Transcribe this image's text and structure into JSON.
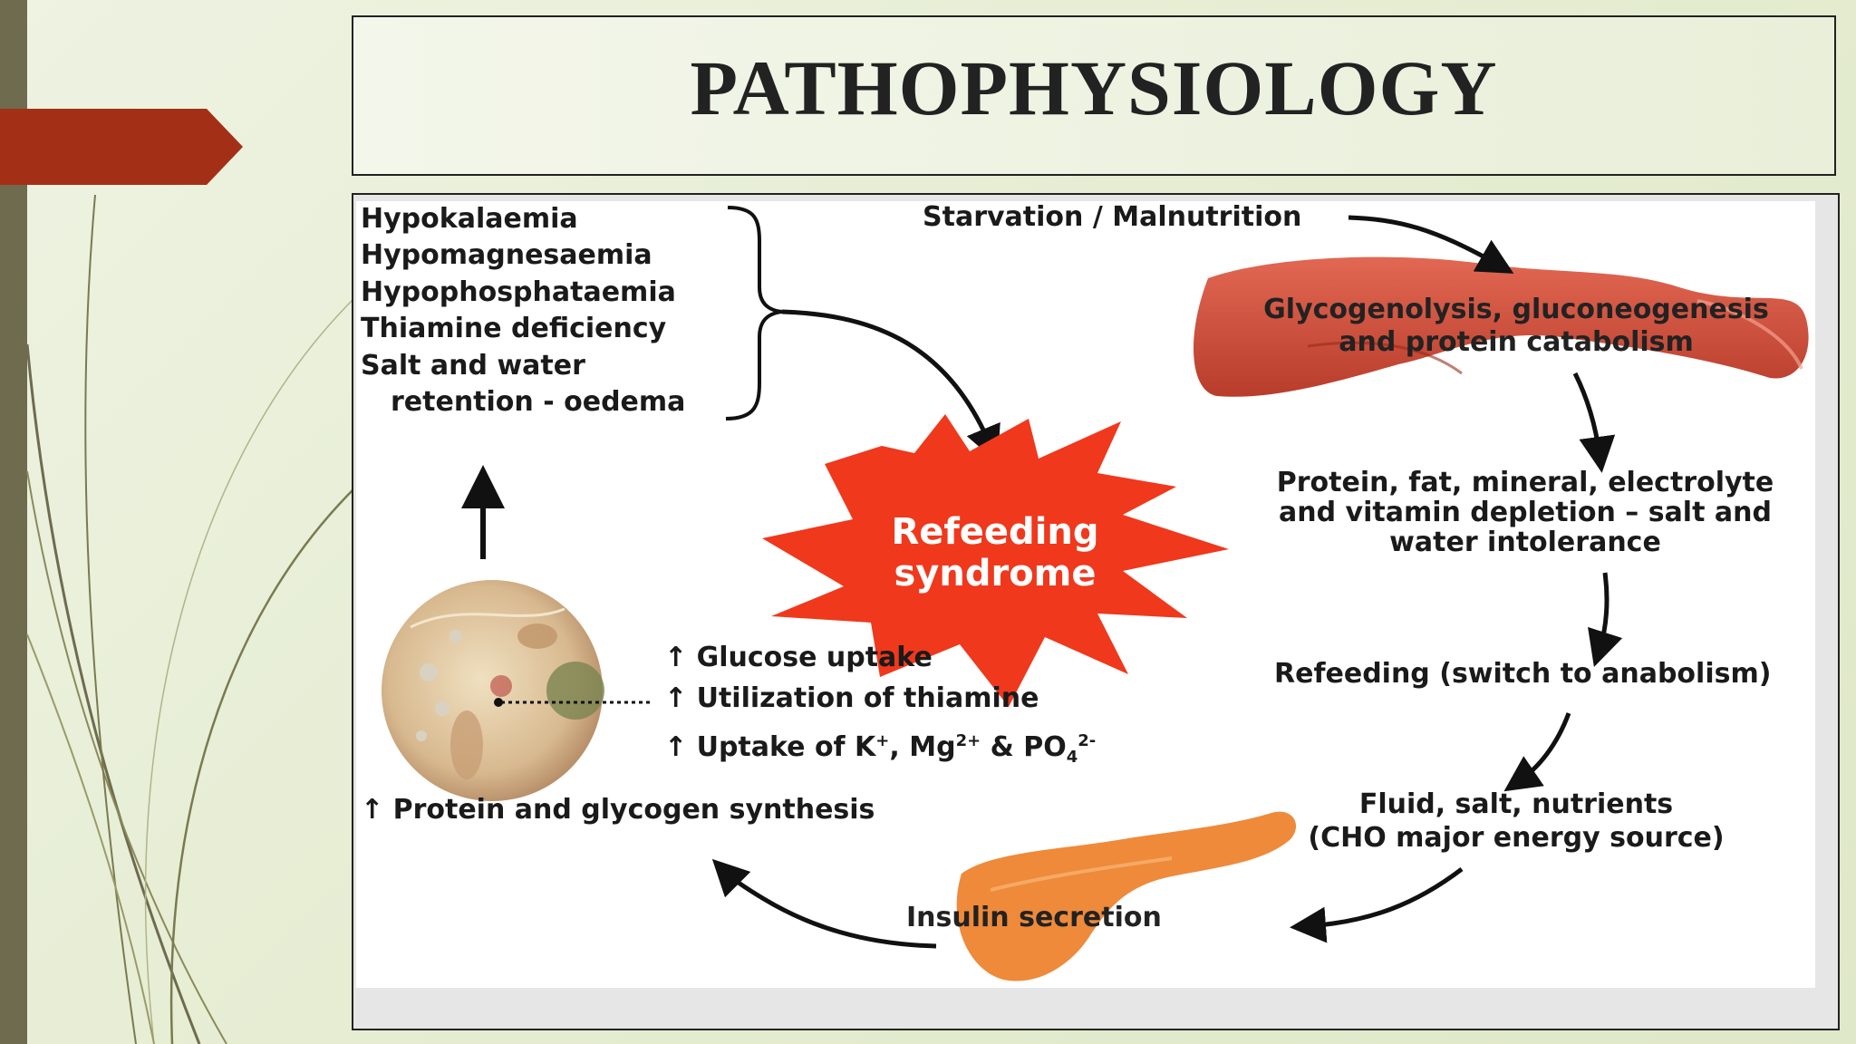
{
  "slide": {
    "title": "PATHOPHYSIOLOGY"
  },
  "diagram": {
    "deficits": [
      "Hypokalaemia",
      "Hypomagnesaemia",
      "Hypophosphataemia",
      "Thiamine deficiency",
      "Salt and water",
      "retention - oedema"
    ],
    "starvation": "Starvation / Malnutrition",
    "liver_line1": "Glycogenolysis, gluconeogenesis",
    "liver_line2": "and protein catabolism",
    "depletion_line1": "Protein, fat, mineral, electrolyte",
    "depletion_line2": "and vitamin depletion – salt and",
    "depletion_line3": "water intolerance",
    "refeeding_switch": "Refeeding (switch to anabolism)",
    "fluid_line1": "Fluid, salt, nutrients",
    "fluid_line2": "(CHO major energy source)",
    "insulin": "Insulin secretion",
    "synthesis": "↑ Protein and glycogen synthesis",
    "uptake_glucose": "↑ Glucose uptake",
    "uptake_thiamine": "↑ Utilization of thiamine",
    "uptake_ions_prefix": "↑ Uptake of K",
    "uptake_ions_sup1": "+",
    "uptake_ions_mid1": ", Mg",
    "uptake_ions_sup2": "2+",
    "uptake_ions_mid2": " & PO",
    "uptake_ions_sub": "4",
    "uptake_ions_sup3": "2-",
    "burst_line1": "Refeeding",
    "burst_line2": "syndrome"
  },
  "colors": {
    "accent_red": "#a33016",
    "burst_red": "#f0381c",
    "side_bar": "#6e6b4f",
    "liver": "#c9442e",
    "pancreas": "#ee8a3a"
  }
}
